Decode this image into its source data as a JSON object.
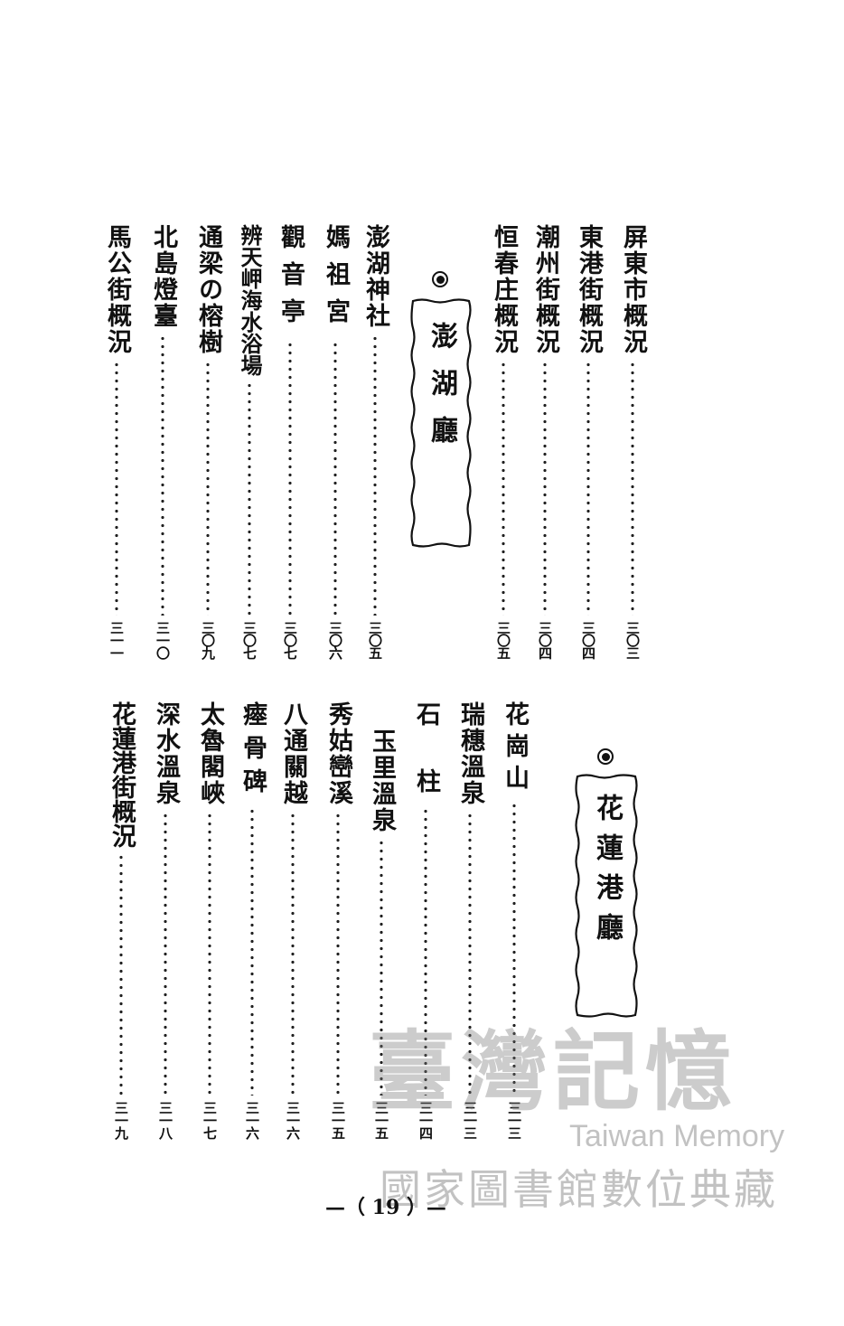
{
  "upper": {
    "entries_right": [
      {
        "title": "屏東市概況",
        "page": "三〇三"
      },
      {
        "title": "東港街概況",
        "page": "三〇四"
      },
      {
        "title": "潮州街概況",
        "page": "三〇四"
      },
      {
        "title": "恒春庄概況",
        "page": "三〇五"
      }
    ],
    "section_header": "澎湖廳",
    "entries_left": [
      {
        "title": "澎湖神社",
        "page": "三〇五"
      },
      {
        "title": "媽祖宮",
        "page": "三〇六"
      },
      {
        "title": "觀音亭",
        "page": "三〇七"
      },
      {
        "title": "辨天岬海水浴場",
        "page": "三〇七"
      },
      {
        "title": "通梁の榕樹",
        "page": "三〇九"
      },
      {
        "title": "北島燈臺",
        "page": "三一〇"
      },
      {
        "title": "馬公街概況",
        "page": "三一一"
      }
    ]
  },
  "lower": {
    "section_header": "花蓮港廳",
    "entries": [
      {
        "title": "花崗山",
        "page": "三一三"
      },
      {
        "title": "瑞穗溫泉",
        "page": "三一三"
      },
      {
        "title": "石　柱",
        "page": "三一四"
      },
      {
        "title": "玉里溫泉",
        "page": "三一五"
      },
      {
        "title": "秀姑巒溪",
        "page": "三一五"
      },
      {
        "title": "八通關越",
        "page": "三一六"
      },
      {
        "title": "瘞骨碑",
        "page": "三一六"
      },
      {
        "title": "太魯閣峽",
        "page": "三一七"
      },
      {
        "title": "深水溫泉",
        "page": "三一八"
      },
      {
        "title": "花蓮港街概況",
        "page": "三一九"
      }
    ]
  },
  "footer": {
    "page_number": "—（ 19 ）—"
  },
  "watermark": {
    "chinese": "臺灣記憶",
    "english": "Taiwan Memory",
    "subtitle": "國家圖書館數位典藏"
  }
}
